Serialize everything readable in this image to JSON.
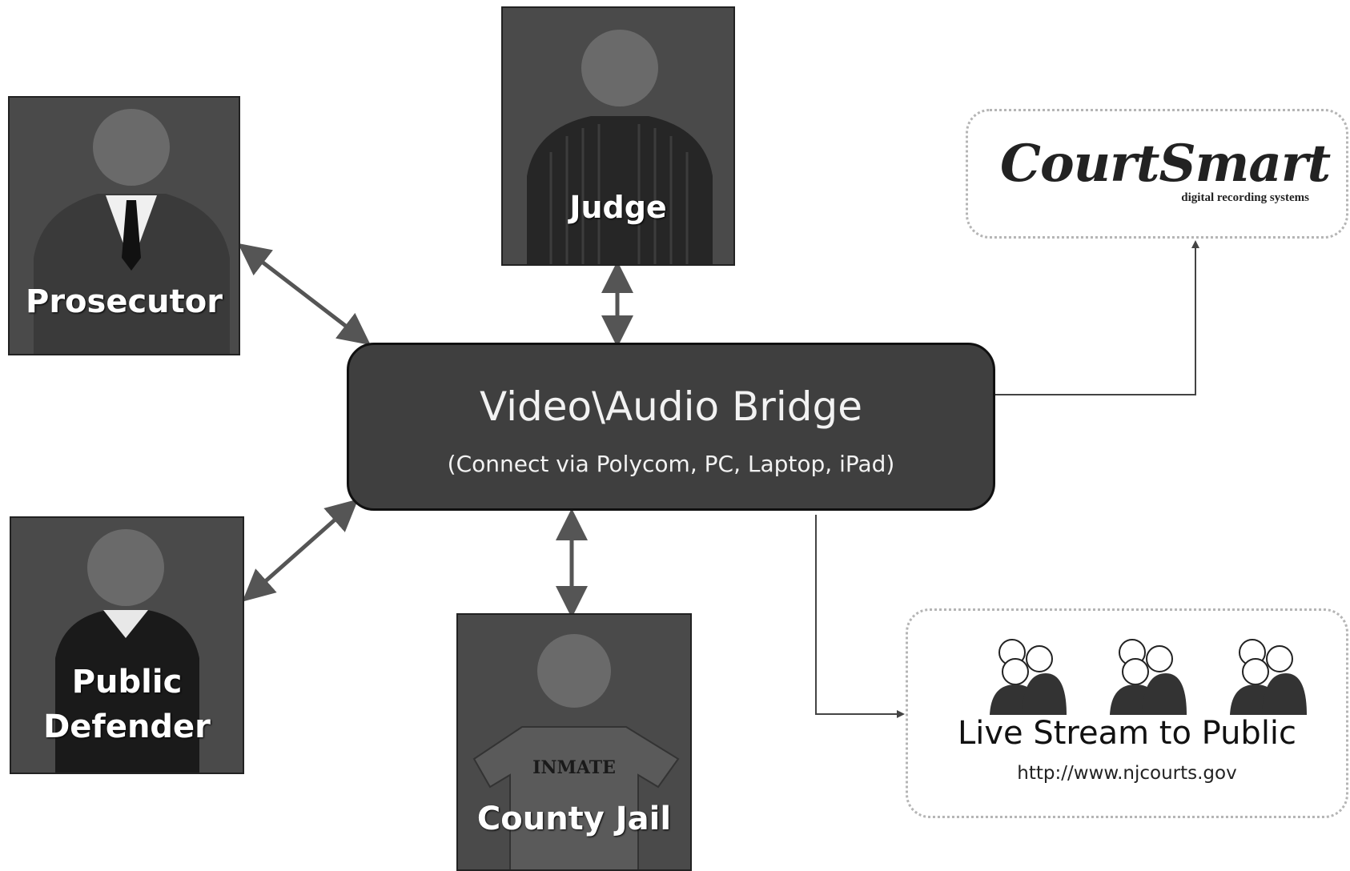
{
  "nodes": {
    "prosecutor": {
      "label": "Prosecutor"
    },
    "judge": {
      "label": "Judge"
    },
    "public_defender": {
      "label_line1": "Public",
      "label_line2": "Defender"
    },
    "county_jail": {
      "label": "County Jail",
      "shirt_text": "INMATE"
    }
  },
  "bridge": {
    "title": "Video\\Audio Bridge",
    "subtitle": "(Connect via Polycom, PC, Laptop, iPad)"
  },
  "courtsmart": {
    "logo": "CourtSmart",
    "tagline": "digital recording systems"
  },
  "live_stream": {
    "title": "Live Stream to Public",
    "url": "http://www.njcourts.gov",
    "icons": [
      "people-group-icon",
      "people-group-icon",
      "people-group-icon"
    ]
  },
  "colors": {
    "box_fill": "#4a4a4a",
    "bridge_fill": "#3f3f3f",
    "arrow": "#555555",
    "label_text": "#ffffff"
  }
}
